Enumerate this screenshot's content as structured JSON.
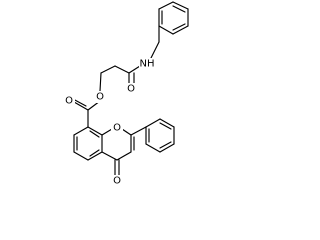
{
  "molecule": {
    "atoms": {
      "nh": "NH",
      "amide_o": "O",
      "ester_o": "O",
      "ester_carbonyl_o": "O",
      "ring_o": "O",
      "ketone_o": "O"
    }
  }
}
